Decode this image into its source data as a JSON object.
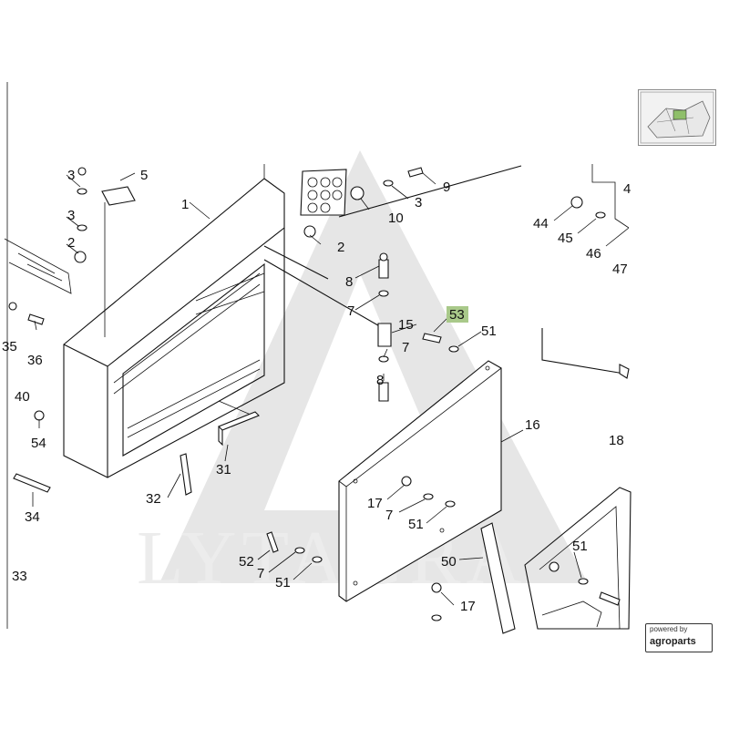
{
  "watermark": "LYTAGRA",
  "badge": {
    "top": "powered by",
    "bottom": "agroparts"
  },
  "highlight_color": "#a9c98a",
  "thumbnail_icon": "overview-thumbnail-icon",
  "callouts": [
    {
      "id": "c3a",
      "text": "3"
    },
    {
      "id": "c5",
      "text": "5"
    },
    {
      "id": "c3b",
      "text": "3"
    },
    {
      "id": "c2a",
      "text": "2"
    },
    {
      "id": "c1",
      "text": "1"
    },
    {
      "id": "c2b",
      "text": "2"
    },
    {
      "id": "c10",
      "text": "10"
    },
    {
      "id": "c3c",
      "text": "3"
    },
    {
      "id": "c9",
      "text": "9"
    },
    {
      "id": "c8a",
      "text": "8"
    },
    {
      "id": "c7a",
      "text": "7"
    },
    {
      "id": "c15",
      "text": "15"
    },
    {
      "id": "c7b",
      "text": "7"
    },
    {
      "id": "c8b",
      "text": "8"
    },
    {
      "id": "c53",
      "text": "53"
    },
    {
      "id": "c51a",
      "text": "51"
    },
    {
      "id": "c16",
      "text": "16"
    },
    {
      "id": "c18",
      "text": "18"
    },
    {
      "id": "c44",
      "text": "44"
    },
    {
      "id": "c45",
      "text": "45"
    },
    {
      "id": "c46",
      "text": "46"
    },
    {
      "id": "c47",
      "text": "47"
    },
    {
      "id": "c4",
      "text": "4"
    },
    {
      "id": "c35",
      "text": "35"
    },
    {
      "id": "c36",
      "text": "36"
    },
    {
      "id": "c40",
      "text": "40"
    },
    {
      "id": "c54",
      "text": "54"
    },
    {
      "id": "c31",
      "text": "31"
    },
    {
      "id": "c32",
      "text": "32"
    },
    {
      "id": "c34",
      "text": "34"
    },
    {
      "id": "c33",
      "text": "33"
    },
    {
      "id": "c17a",
      "text": "17"
    },
    {
      "id": "c7c",
      "text": "7"
    },
    {
      "id": "c51b",
      "text": "51"
    },
    {
      "id": "c50",
      "text": "50"
    },
    {
      "id": "c52",
      "text": "52"
    },
    {
      "id": "c7d",
      "text": "7"
    },
    {
      "id": "c51c",
      "text": "51"
    },
    {
      "id": "c51d",
      "text": "51"
    },
    {
      "id": "c17b",
      "text": "17"
    }
  ]
}
